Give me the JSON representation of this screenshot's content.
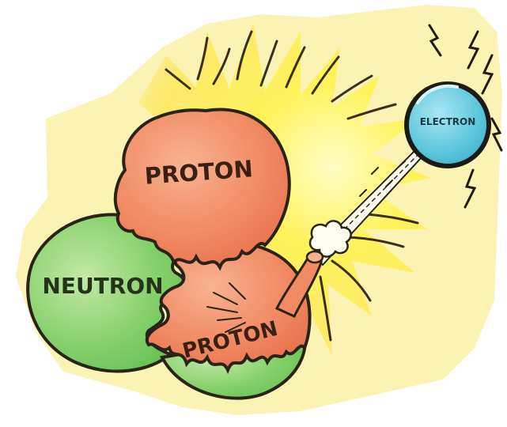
{
  "particles": {
    "proton_top": "PROTON",
    "neutron": "NEUTRON",
    "proton_bottom": "PROTON",
    "electron": "ELECTRON"
  },
  "colors": {
    "background": "#ffffff",
    "paper": "#fbf3b4",
    "burst": "#fff24a",
    "proton": "#f08a64",
    "proton_highlight": "#f7b390",
    "neutron": "#7fce67",
    "neutron_highlight": "#b4e39a",
    "electron": "#5cc7dd",
    "ink": "#2a2418"
  },
  "icons": [
    "lightning-bolt-icon",
    "ray-beam-icon",
    "puff-cloud-icon"
  ]
}
